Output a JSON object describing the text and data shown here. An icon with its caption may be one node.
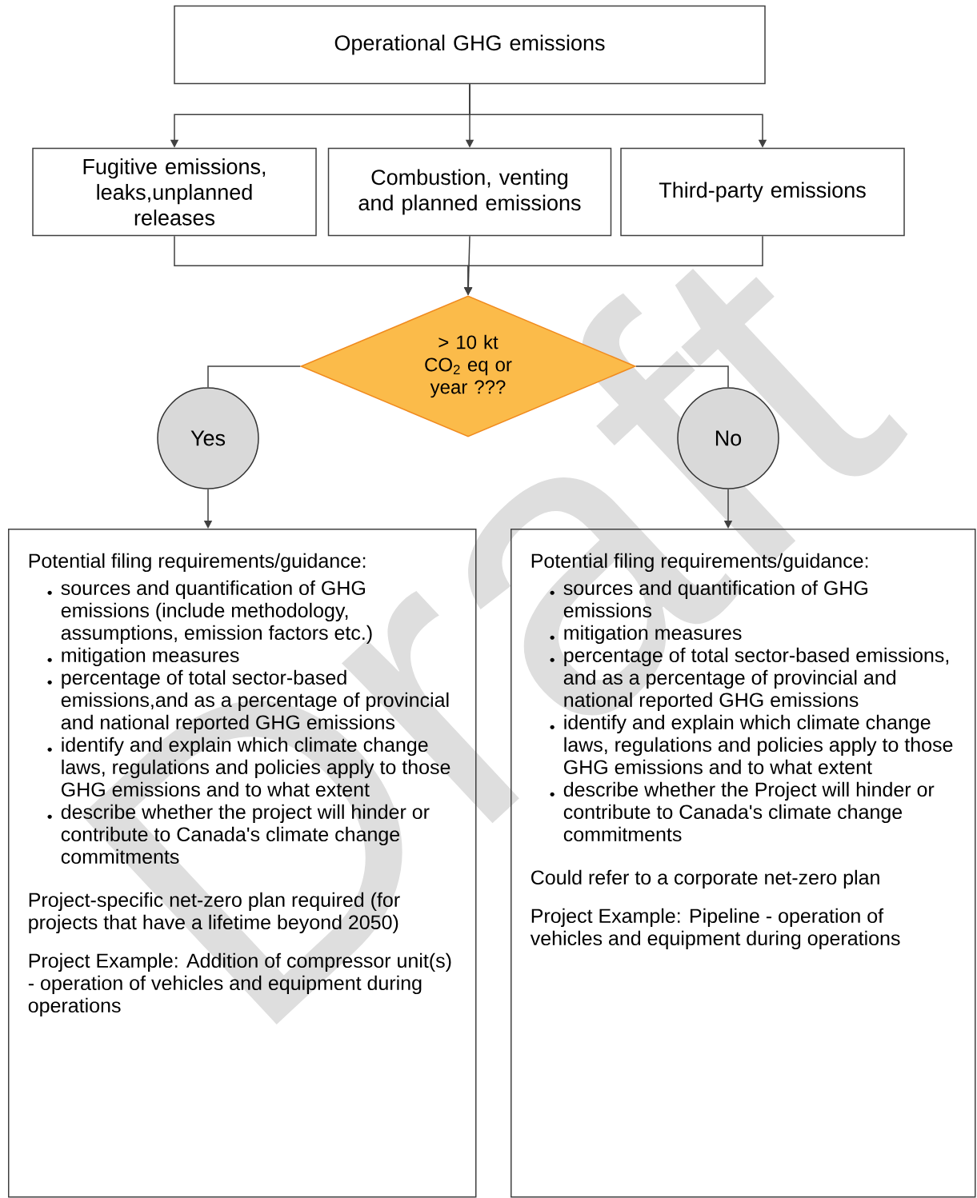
{
  "diagram": {
    "nodes": [
      {
        "text": [
          "Operational GHG emissions"
        ]
      },
      {
        "text": [
          "Fugitive emissions, leaks,unplanned releases"
        ]
      },
      {
        "text": [
          "Combustion, venting and planned emissions"
        ]
      },
      {
        "text": [
          "Third-party emissions"
        ]
      },
      {
        "text": [
          "> 10 kt CO$_{2}$ eq or year ???"
        ]
      },
      {
        "text": [
          "Yes"
        ]
      },
      {
        "text": [
          "No"
        ]
      },
      {
        "text": [
          "Potential filing requirements/guidance:",
          "sources and quantification of GHG emissions (include methodology, assumptions, emission factors etc.)",
          "mitigation measures",
          "percentage of total sector-based emissions,and as a percentage of provincial and national reported GHG emissions",
          "identify and explain which climate change laws, regulations and policies apply to those GHG emissions and to what extent",
          "describe whether the project will hinder or contribute to Canada's climate change commitments",
          "Project-specific net-zero plan required (for projects that have a lifetime beyond 2050)",
          "Project Example: Addition of compressor unit(s) - operation of vehicles and equipment during operations"
        ]
      },
      {
        "text": [
          "Potential filing requirements/guidance:",
          "sources and quantification of GHG emissions",
          "mitigation measures",
          "percentage of total sector-based emissions, and as a percentage of provincial and national reported GHG emissions",
          "identify and explain which climate change laws, regulations and policies apply to those GHG emissions and to what extent",
          "describe whether the Project will hinder or contribute to Canada's climate change commitments",
          "Could refer to a corporate net-zero plan",
          "Project Example: Pipeline - operation of vehicles and equipment during operations"
        ]
      }
    ],
    "edges": [
      {
        "from": 0,
        "to": 1,
        "arrow": "to"
      },
      {
        "from": 0,
        "to": 2,
        "arrow": "to"
      },
      {
        "from": 0,
        "to": 3,
        "arrow": "to"
      },
      {
        "from": 1,
        "to": 4,
        "arrow": "to"
      },
      {
        "from": 2,
        "to": 4,
        "arrow": "to"
      },
      {
        "from": 3,
        "to": 4,
        "arrow": "to"
      },
      {
        "from": 4,
        "to": 5,
        "arrow": "none"
      },
      {
        "from": 4,
        "to": 6,
        "arrow": "none"
      },
      {
        "from": 5,
        "to": 7,
        "arrow": "to"
      },
      {
        "from": 6,
        "to": 8,
        "arrow": "to"
      }
    ],
    "labels": [
      "Draft"
    ]
  }
}
